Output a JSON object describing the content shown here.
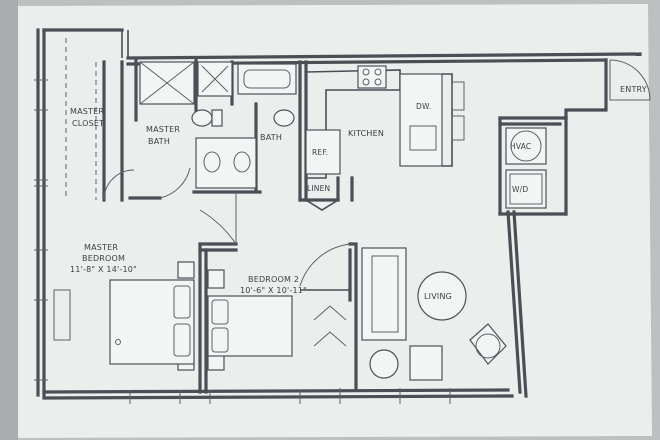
{
  "plan": {
    "rooms": [
      {
        "id": "master-closet",
        "label_lines": [
          "MASTER",
          "CLOSET"
        ]
      },
      {
        "id": "master-bath",
        "label_lines": [
          "MASTER",
          "BATH"
        ]
      },
      {
        "id": "bath",
        "label_lines": [
          "BATH"
        ]
      },
      {
        "id": "kitchen",
        "label_lines": [
          "KITCHEN"
        ]
      },
      {
        "id": "entry",
        "label_lines": [
          "ENTRY"
        ]
      },
      {
        "id": "master-bedroom",
        "label_lines": [
          "MASTER",
          "BEDROOM",
          "11'-8\" X 14'-10\""
        ]
      },
      {
        "id": "bedroom-2",
        "label_lines": [
          "BEDROOM 2",
          "10'-6\" X 10'-11\""
        ]
      },
      {
        "id": "living",
        "label_lines": [
          "LIVING"
        ]
      }
    ],
    "fixtures": {
      "dishwasher": "DW.",
      "refrigerator": "REF.",
      "linen": "LINEN",
      "hvac": "HVAC",
      "washer_dryer": "W/D"
    }
  }
}
